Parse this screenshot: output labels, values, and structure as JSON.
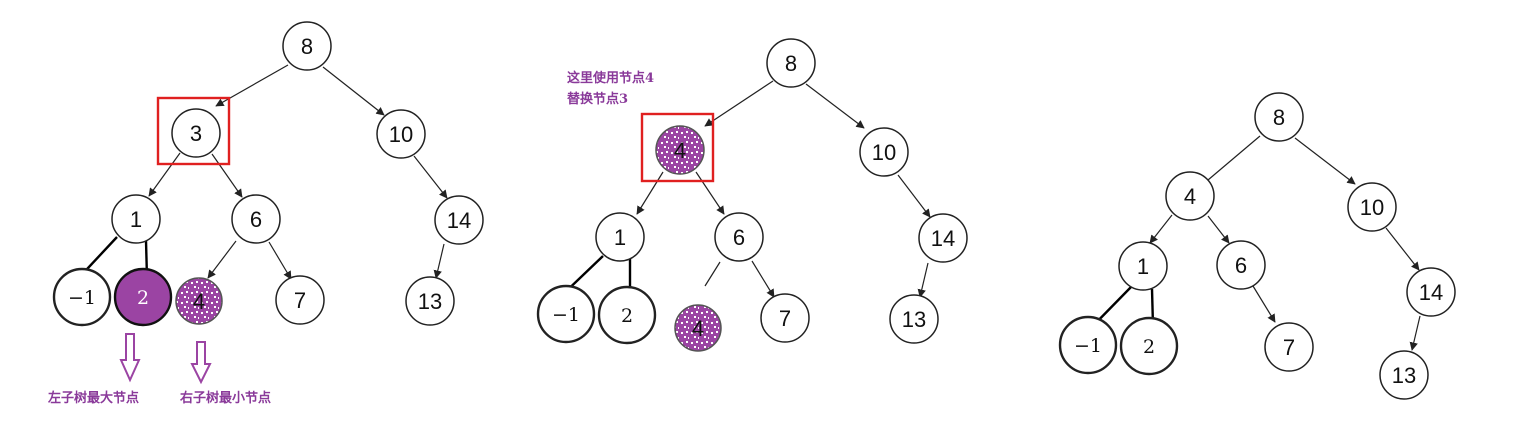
{
  "colors": {
    "highlight_box": "#e02020",
    "purple_fill": "#9b44a3",
    "annotation_text": "#8a3a9a"
  },
  "trees": [
    {
      "nodes": {
        "n8": "8",
        "n3": "3",
        "n10": "10",
        "n1": "1",
        "n6": "6",
        "n14": "14",
        "nm1": "−1",
        "n2": "2",
        "n4": "4",
        "n7": "7",
        "n13": "13"
      },
      "annotations": {
        "left_max": "左子树最大节点",
        "right_min": "右子树最小节点"
      }
    },
    {
      "nodes": {
        "n8": "8",
        "n4top": "4",
        "n10": "10",
        "n1": "1",
        "n6": "6",
        "n14": "14",
        "nm1": "−1",
        "n2": "2",
        "n4low": "4",
        "n7": "7",
        "n13": "13"
      },
      "annotations": {
        "line1": "这里使用节点4",
        "line2": "替换节点3"
      }
    },
    {
      "nodes": {
        "n8": "8",
        "n4": "4",
        "n10": "10",
        "n1": "1",
        "n6": "6",
        "n14": "14",
        "nm1": "−1",
        "n2": "2",
        "n7": "7",
        "n13": "13"
      }
    }
  ]
}
